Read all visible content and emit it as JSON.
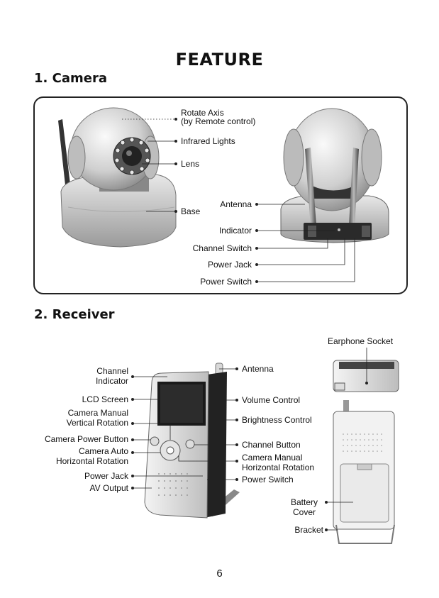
{
  "page_title": "FEATURE",
  "sections": {
    "camera": {
      "heading": "1. Camera",
      "labels": {
        "rotate_axis_1": "Rotate Axis",
        "rotate_axis_2": "(by Remote control)",
        "infrared_lights": "Infrared Lights",
        "lens": "Lens",
        "base": "Base",
        "antenna": "Antenna",
        "indicator": "Indicator",
        "channel_switch": "Channel Switch",
        "power_jack": "Power Jack",
        "power_switch": "Power Switch"
      }
    },
    "receiver": {
      "heading": "2. Receiver",
      "labels": {
        "earphone_socket": "Earphone Socket",
        "channel_indicator_1": "Channel",
        "channel_indicator_2": "Indicator",
        "antenna": "Antenna",
        "lcd_screen": "LCD Screen",
        "volume_control": "Volume Control",
        "camera_manual_vertical_1": "Camera Manual",
        "camera_manual_vertical_2": "Vertical Rotation",
        "brightness_control": "Brightness Control",
        "camera_power_button": "Camera Power Button",
        "channel_button": "Channel Button",
        "camera_auto_1": "Camera Auto",
        "camera_auto_2": "Horizontal Rotation",
        "camera_manual_horizontal_1": "Camera Manual",
        "camera_manual_horizontal_2": "Horizontal Rotation",
        "power_jack": "Power Jack",
        "power_switch": "Power Switch",
        "av_output": "AV Output",
        "battery_cover_1": "Battery",
        "battery_cover_2": "Cover",
        "bracket": "Bracket"
      }
    }
  },
  "page_number": "6"
}
